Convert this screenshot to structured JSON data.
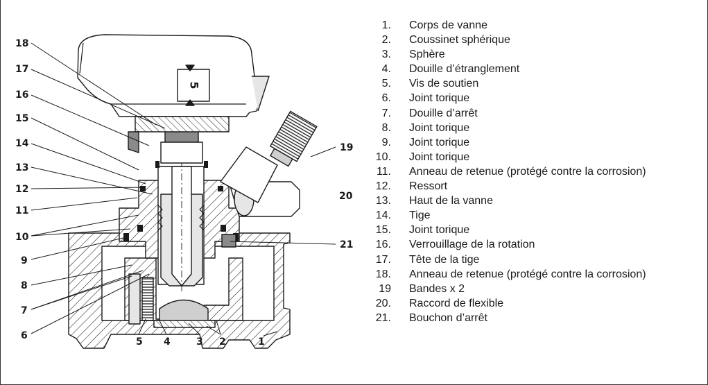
{
  "callouts": {
    "c1": "1",
    "c2": "2",
    "c3": "3",
    "c4": "4",
    "c5": "5",
    "c6": "6",
    "c7": "7",
    "c8": "8",
    "c9": "9",
    "c10": "10",
    "c11": "11",
    "c12": "12",
    "c13": "13",
    "c14": "14",
    "c15": "15",
    "c16": "16",
    "c17": "17",
    "c18": "18",
    "c19": "19",
    "c20": "20",
    "c21": "21"
  },
  "knob_mark": "5",
  "legend": [
    {
      "num": "1.",
      "label": "Corps de vanne"
    },
    {
      "num": "2.",
      "label": "Coussinet sphérique"
    },
    {
      "num": "3.",
      "label": "Sphère"
    },
    {
      "num": "4.",
      "label": "Douille d’étranglement"
    },
    {
      "num": "5.",
      "label": "Vis de soutien"
    },
    {
      "num": "6.",
      "label": "Joint torique"
    },
    {
      "num": "7.",
      "label": "Douille d’arrêt"
    },
    {
      "num": "8.",
      "label": "Joint torique"
    },
    {
      "num": "9.",
      "label": "Joint torique"
    },
    {
      "num": "10.",
      "label": "Joint torique"
    },
    {
      "num": "11.",
      "label": "Anneau de retenue (protégé contre la corrosion)"
    },
    {
      "num": "12.",
      "label": "Ressort"
    },
    {
      "num": "13.",
      "label": "Haut de la vanne"
    },
    {
      "num": "14.",
      "label": "Tige"
    },
    {
      "num": "15.",
      "label": "Joint torique"
    },
    {
      "num": "16.",
      "label": "Verrouillage de la rotation"
    },
    {
      "num": "17.",
      "label": "Tête de la tige"
    },
    {
      "num": "18.",
      "label": "Anneau de retenue (protégé contre la corrosion)"
    },
    {
      "num": "19",
      "label": "Bandes x 2"
    },
    {
      "num": "20.",
      "label": "Raccord de flexible"
    },
    {
      "num": "21.",
      "label": "Bouchon d’arrêt"
    }
  ],
  "colors": {
    "line": "#1a1a1a",
    "fill_light": "#e6e6e6",
    "fill_mid": "#cfcfcf",
    "fill_dark": "#8a8a8a"
  }
}
